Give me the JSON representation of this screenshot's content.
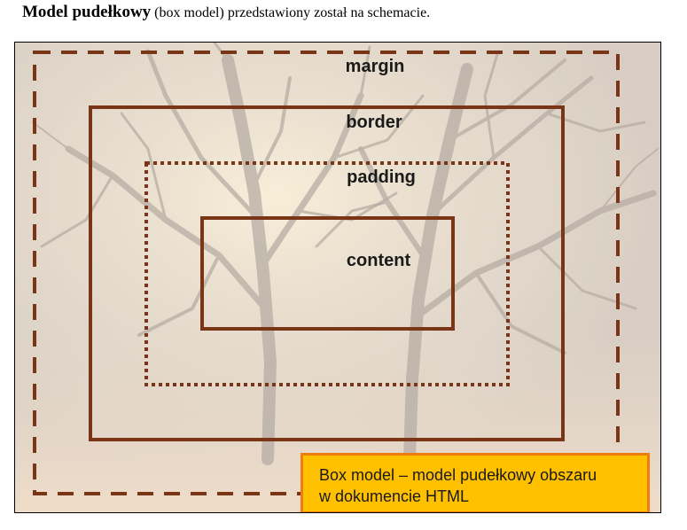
{
  "heading": {
    "title_bold": "Model pudełkowy",
    "title_rest": " (box model) przedstawiony został na schemacie."
  },
  "diagram": {
    "layers": {
      "margin": "margin",
      "border": "border",
      "padding": "padding",
      "content": "content"
    },
    "caption": {
      "line1": "Box model – model pudełkowy obszaru",
      "line2": "w dokumencie HTML"
    },
    "colors": {
      "box_stroke": "#7a3416",
      "caption_fill": "#ffc000",
      "caption_border": "#ed7d0e",
      "background_photo_tint": "#d9cfc4"
    },
    "background_image": "tree-silhouette-sunset-photo"
  }
}
